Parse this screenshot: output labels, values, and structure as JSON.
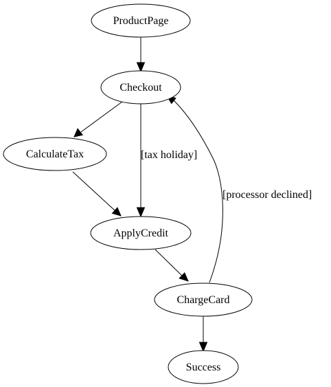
{
  "diagram": {
    "nodes": {
      "product_page": "ProductPage",
      "checkout": "Checkout",
      "calculate_tax": "CalculateTax",
      "apply_credit": "ApplyCredit",
      "charge_card": "ChargeCard",
      "success": "Success"
    },
    "edges": {
      "product_page_to_checkout": "",
      "checkout_to_calculate_tax": "",
      "checkout_to_apply_credit": "[tax holiday]",
      "calculate_tax_to_apply_credit": "",
      "apply_credit_to_charge_card": "",
      "charge_card_to_checkout": "[processor declined]",
      "charge_card_to_success": ""
    }
  }
}
